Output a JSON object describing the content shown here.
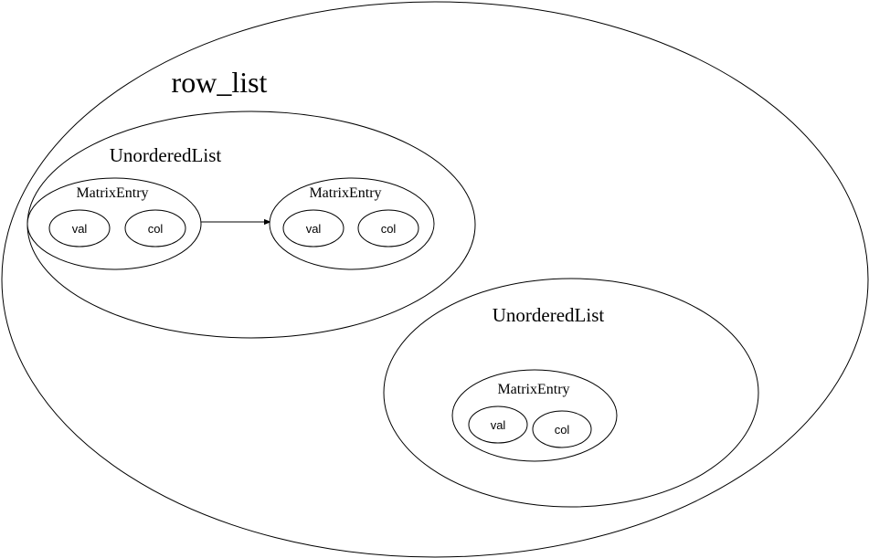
{
  "diagram": {
    "root": {
      "label": "row_list",
      "lists": [
        {
          "label": "UnorderedList",
          "entries": [
            {
              "label": "MatrixEntry",
              "fields": [
                "val",
                "col"
              ]
            },
            {
              "label": "MatrixEntry",
              "fields": [
                "val",
                "col"
              ]
            }
          ],
          "arrow": {
            "from": "entry-0",
            "to": "entry-1"
          }
        },
        {
          "label": "UnorderedList",
          "entries": [
            {
              "label": "MatrixEntry",
              "fields": [
                "val",
                "col"
              ]
            }
          ]
        }
      ]
    },
    "colors": {
      "stroke": "#000000",
      "fill": "#ffffff",
      "text": "#000000"
    }
  }
}
